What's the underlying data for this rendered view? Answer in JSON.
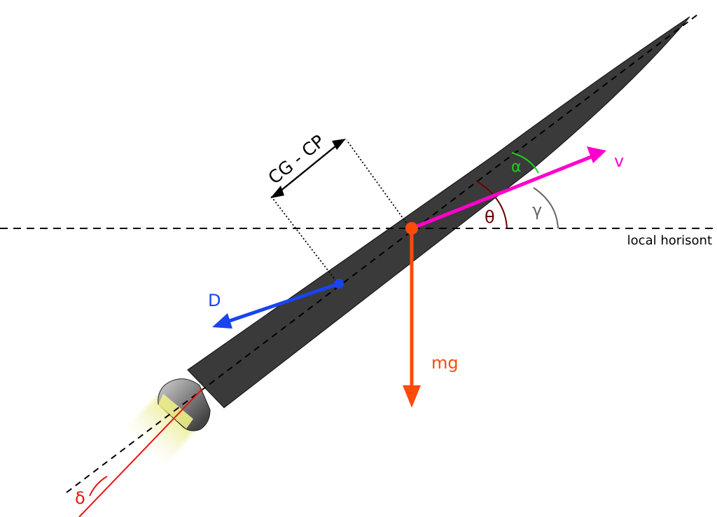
{
  "labels": {
    "cg_cp": "CG - CP",
    "velocity": "v",
    "alpha": "α",
    "theta": "θ",
    "gamma": "γ",
    "horizon": "local horisont",
    "drag": "D",
    "weight": "mg",
    "delta": "δ"
  },
  "colors": {
    "velocity": "#ff00cc",
    "alpha": "#22cc22",
    "theta": "#6b0000",
    "gamma": "#666666",
    "drag": "#1a44ee",
    "weight": "#ff4a0a",
    "delta": "#ee1111",
    "body_dark": "#3c3c3c",
    "body_light": "#bdbdbd",
    "exhaust": "#eeee88"
  }
}
